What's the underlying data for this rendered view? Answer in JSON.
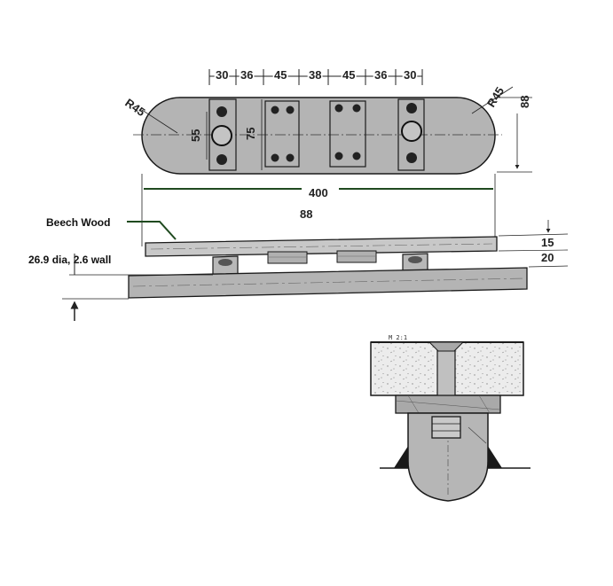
{
  "top_view": {
    "radius_left": "R45",
    "radius_right": "R45",
    "width_right": "88",
    "inner_height_a": "55",
    "inner_height_b": "75",
    "overall_length": "400",
    "spacing": [
      "30",
      "36",
      "45",
      "38",
      "45",
      "36",
      "30"
    ]
  },
  "side_view": {
    "label_88": "88",
    "material_label": "Beech Wood",
    "tube_label": "26.9 dia, 2.6 wall",
    "thickness_top": "15",
    "thickness_gap": "20"
  },
  "detail_view": {
    "scale_note": "M 2:1"
  },
  "colors": {
    "plate_fill": "#b4b4b4",
    "wood_fill": "#c8c8c8",
    "leader_green": "#1f4a1f",
    "line": "#1a1a1a"
  }
}
